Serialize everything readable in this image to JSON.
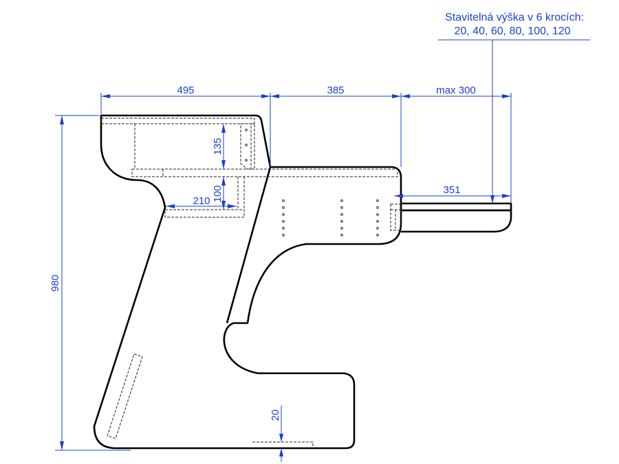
{
  "note": {
    "line1": "Stavitelná výška v 6 krocích:",
    "line2": "20, 40, 60, 80, 100, 120"
  },
  "dimensions": {
    "top_left_width": "495",
    "top_mid_width": "385",
    "tray_extension": "max 300",
    "total_height": "980",
    "shelf_gap": "135",
    "lower_gap": "100",
    "lower_depth": "210",
    "tray_width": "351",
    "foot_height": "20"
  },
  "colors": {
    "dimension": "#1a3fd0",
    "outline": "#000000"
  }
}
